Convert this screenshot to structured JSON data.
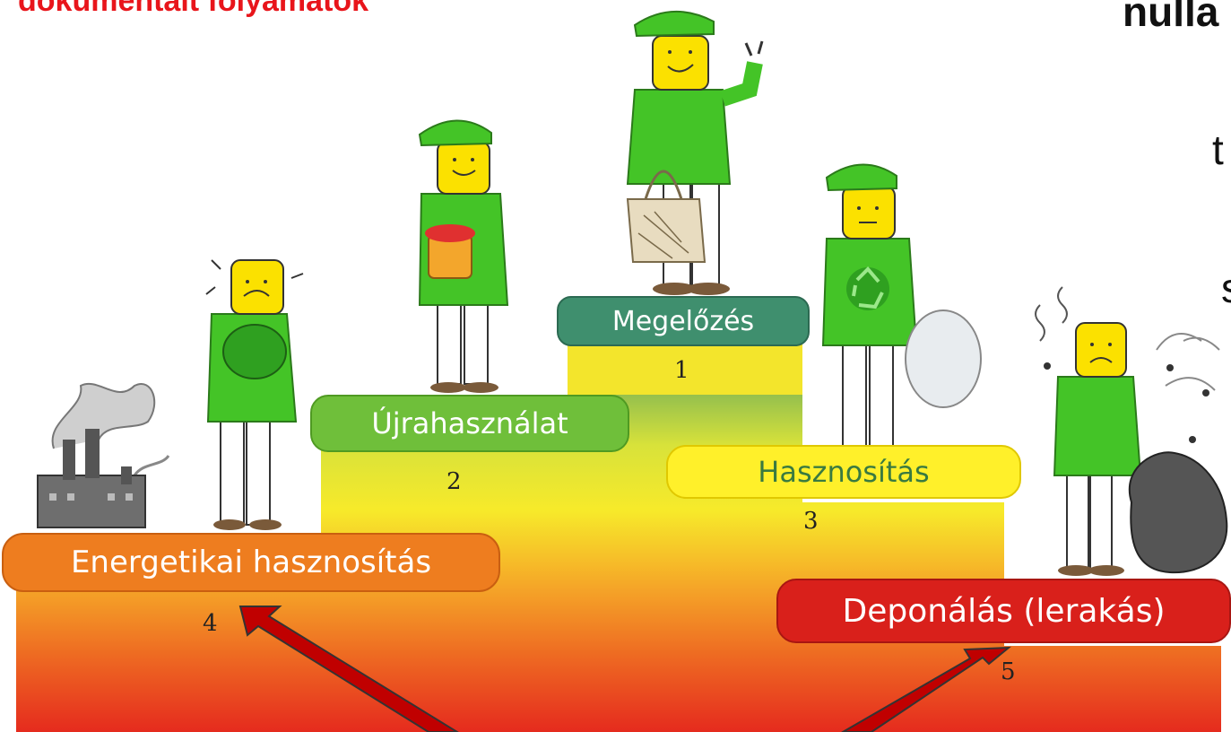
{
  "header": {
    "title": "dokumentált folyamatok",
    "corner_lines": [
      "nulla",
      "t",
      "s"
    ]
  },
  "steps": [
    {
      "label": "Megelőzés",
      "number": "1",
      "color": "#3f8f6e"
    },
    {
      "label": "Újrahasználat",
      "number": "2",
      "color": "#6fbf3a"
    },
    {
      "label": "Hasznosítás",
      "number": "3",
      "color": "#fff02a"
    },
    {
      "label": "Energetikai hasznosítás",
      "number": "4",
      "color": "#ee7d1f"
    },
    {
      "label": "Deponálás (lerakás)",
      "number": "5",
      "color": "#d9201b"
    }
  ],
  "colors": {
    "title": "#e8151b",
    "arrow": "#c00000",
    "podium_bottom": "#e8311f",
    "podium_top": "#f7ea2a"
  },
  "icons": [
    "factory-icon",
    "worried-person-icon",
    "jar-person-icon",
    "bag-person-icon",
    "recycle-person-icon",
    "disgusted-person-icon",
    "flies-icon"
  ]
}
